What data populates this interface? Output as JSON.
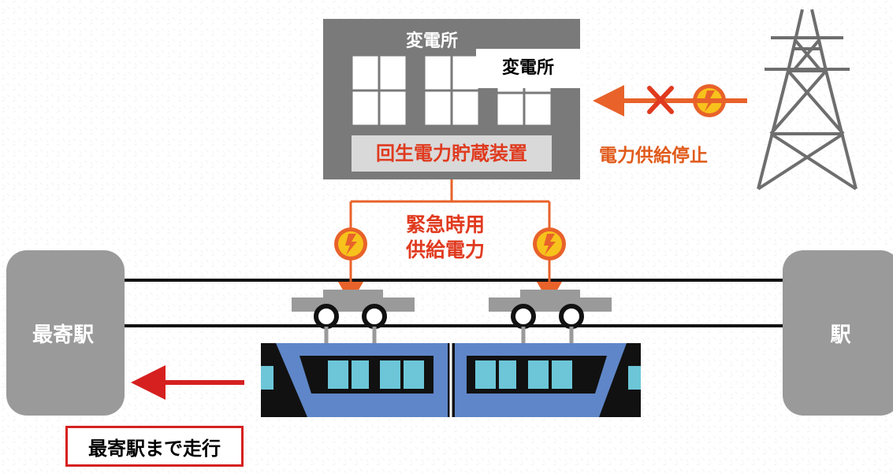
{
  "substation": {
    "label_top": "変電所",
    "label_box": "変電所",
    "storage_label": "回生電力貯蔵装置"
  },
  "grid": {
    "supply_stop_label": "電力供給停止"
  },
  "emergency": {
    "line1": "緊急時用",
    "line2": "供給電力"
  },
  "stations": {
    "nearest_label": "最寄駅",
    "other_label": "駅"
  },
  "travel": {
    "label": "最寄駅まで走行"
  },
  "colors": {
    "red": "#e03a1f",
    "orange": "#e8622a",
    "train_blue": "#5f86c8",
    "window_cyan": "#6cc6d8",
    "building_gray": "#7a7a7a",
    "station_gray": "#9a9a9a"
  },
  "icons": [
    "lightning-icon",
    "cross-icon",
    "pylon-icon",
    "arrow-left-icon"
  ]
}
